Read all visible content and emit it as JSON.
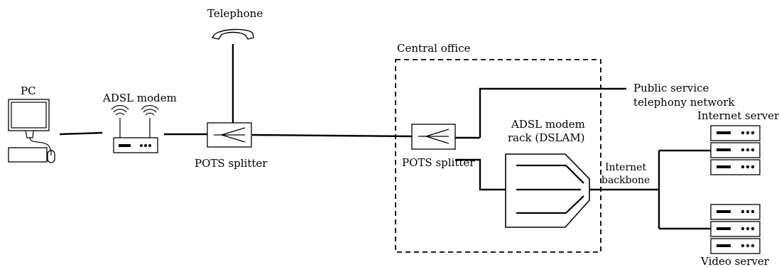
{
  "labels": {
    "pc": "PC",
    "adsl_modem": "ADSL modem",
    "telephone": "Telephone",
    "pots_splitter_home": "POTS splitter",
    "central_office": "Central office",
    "pots_splitter_co": "POTS splitter",
    "dslam_line1": "ADSL modem",
    "dslam_line2": "rack (DSLAM)",
    "pstn_line1": "Public service",
    "pstn_line2": "telephony network",
    "internet_server": "Internet server",
    "internet_backbone_line1": "Internet",
    "internet_backbone_line2": "backbone",
    "video_server": "Video server"
  }
}
